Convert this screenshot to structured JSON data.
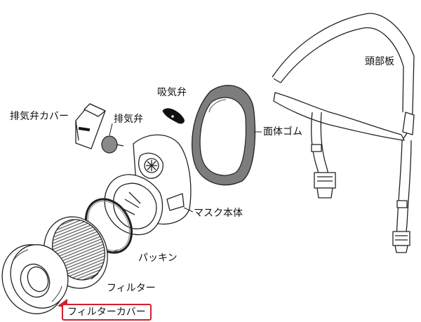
{
  "labels": {
    "head_plate": "頭部板",
    "intake_valve": "吸気弁",
    "exhaust_valve_cover": "排気弁カバー",
    "exhaust_valve": "排気弁",
    "face_rubber": "面体ゴム",
    "mask_body": "マスク本体",
    "packing": "パッキン",
    "filter": "フィルター",
    "filter_cover": "フィルターカバー"
  },
  "highlight_color": "#d21f2b"
}
